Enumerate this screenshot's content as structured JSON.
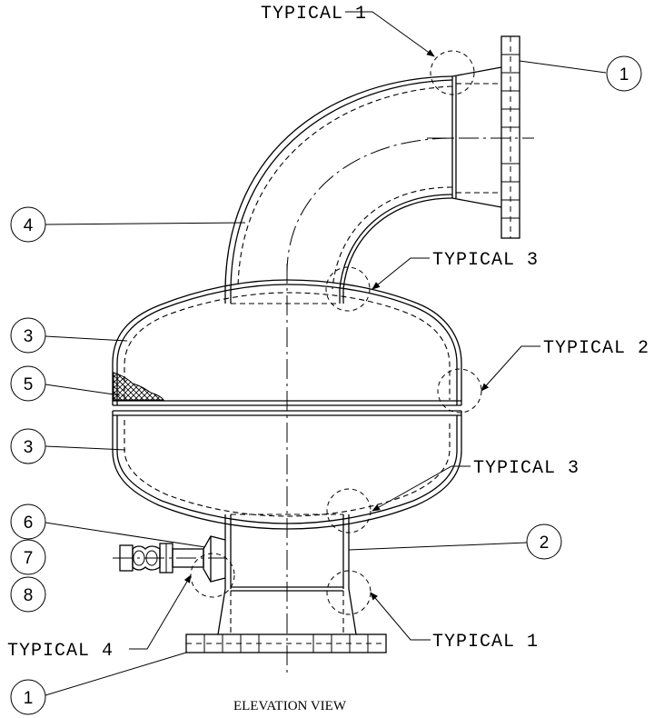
{
  "callouts": {
    "typical1_top": "TYPICAL 1",
    "typical3_upper": "TYPICAL 3",
    "typical2": "TYPICAL 2",
    "typical3_lower": "TYPICAL 3",
    "typical4": "TYPICAL 4",
    "typical1_bottom": "TYPICAL 1"
  },
  "balloons": {
    "b1_top": "1",
    "b4": "4",
    "b3_upper": "3",
    "b5": "5",
    "b3_lower": "3",
    "b6": "6",
    "b7": "7",
    "b8": "8",
    "b2": "2",
    "b1_bottom": "1"
  },
  "caption": "ELEVATION VIEW"
}
